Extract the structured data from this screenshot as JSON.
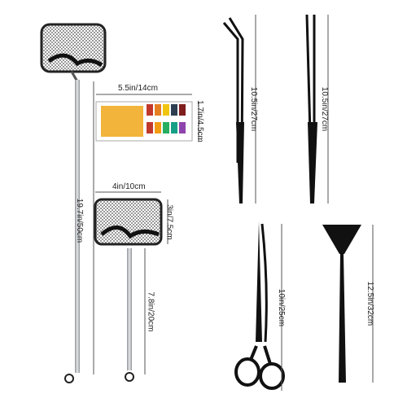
{
  "dimensions": {
    "large_net_head": "",
    "large_net_length": "19.7in/50cm",
    "test_strip_width": "5.5in/14cm",
    "test_strip_height": "1.7in/4.5cm",
    "small_net_width": "4in/10cm",
    "small_net_height": "3in/7.5cm",
    "small_net_length": "7.8in/20cm",
    "curved_tweezers": "10.5in/27cm",
    "straight_tweezers": "10.5in/27cm",
    "scissors": "10in/25cm",
    "spatula": "12.5in/32cm"
  },
  "colors": {
    "metal": "#b9bcc0",
    "black_tool": "#111111",
    "strip_yellow": "#f2b43a",
    "dimension_line": "#555555"
  }
}
